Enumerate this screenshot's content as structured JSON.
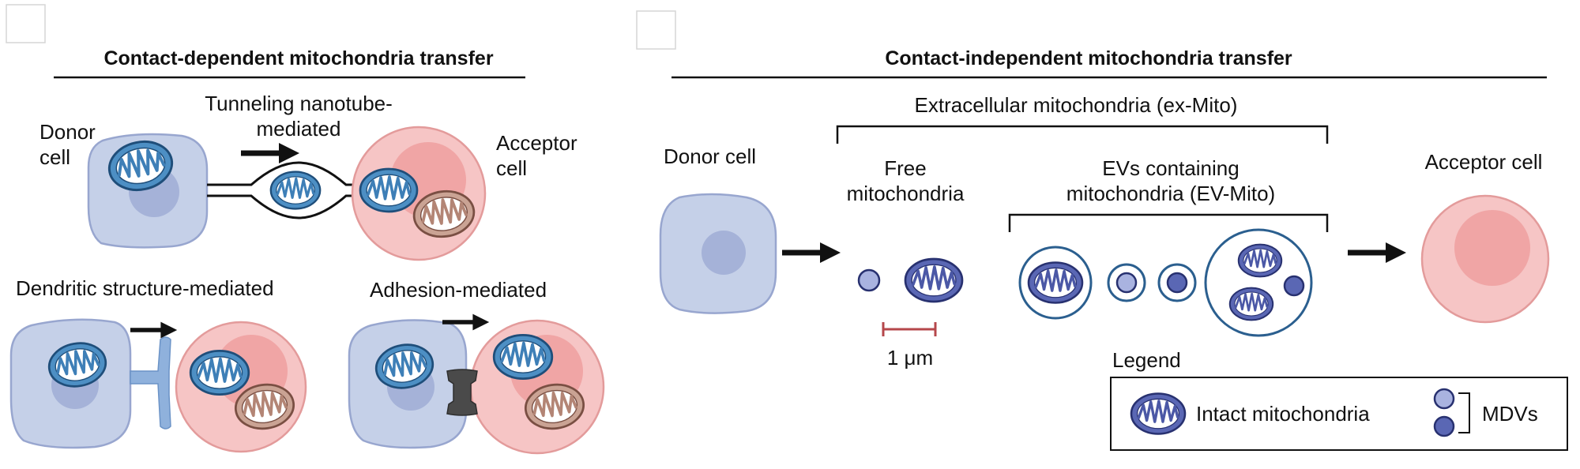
{
  "left_panel": {
    "title": "Contact-dependent mitochondria transfer",
    "donor_label_1": "Donor",
    "donor_label_2": "cell",
    "acceptor_label_1": "Acceptor",
    "acceptor_label_2": "cell",
    "tnt_label_1": "Tunneling nanotube-",
    "tnt_label_2": "mediated",
    "dendritic_label": "Dendritic structure-mediated",
    "adhesion_label": "Adhesion-mediated"
  },
  "right_panel": {
    "title": "Contact-independent mitochondria transfer",
    "exmito_label": "Extracellular mitochondria (ex-Mito)",
    "donor_label": "Donor cell",
    "acceptor_label": "Acceptor cell",
    "free_label_1": "Free",
    "free_label_2": "mitochondria",
    "ev_label_1": "EVs containing",
    "ev_label_2": "mitochondria (EV-Mito)",
    "scale_label": "1 μm"
  },
  "legend": {
    "heading": "Legend",
    "intact_label": "Intact mitochondria",
    "mdv_label": "MDVs"
  },
  "colors": {
    "donor_fill": "#c5d0e8",
    "donor_stroke": "#98a6cf",
    "donor_nucleus": "#a5b2d8",
    "acceptor_fill": "#f6c5c5",
    "acceptor_stroke": "#e39b9b",
    "acceptor_nucleus": "#ee9f9f",
    "mito_blue": "#4d8fc4",
    "mito_blue_dark": "#1f4e7a",
    "mito_navy": "#5a67b4",
    "mito_navy_dark": "#283170",
    "mito_brown": "#caa394",
    "mito_brown_dark": "#7a4f43",
    "ev_ring": "#2b5f8f",
    "scale_bar": "#b5474b",
    "adhesion": "#4a4a4a"
  }
}
